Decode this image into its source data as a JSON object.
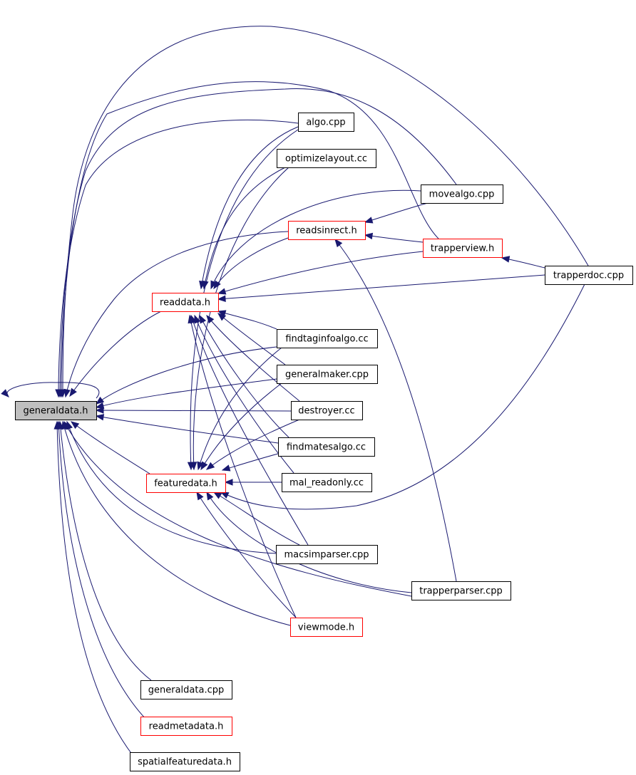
{
  "graph": {
    "colors": {
      "edge": "#191970",
      "node_fill": "#ffffff",
      "focus_fill": "#bfbfbf",
      "border_default": "#000000",
      "border_red": "#ff0000",
      "text": "#000000"
    },
    "nodes": [
      {
        "id": "generaldata_h",
        "label": "generaldata.h",
        "style": "focus"
      },
      {
        "id": "readdata_h",
        "label": "readdata.h",
        "style": "red"
      },
      {
        "id": "featuredata_h",
        "label": "featuredata.h",
        "style": "red"
      },
      {
        "id": "readsinrect_h",
        "label": "readsinrect.h",
        "style": "red"
      },
      {
        "id": "trapperview_h",
        "label": "trapperview.h",
        "style": "red"
      },
      {
        "id": "algo_cpp",
        "label": "algo.cpp",
        "style": "black"
      },
      {
        "id": "optimizelayout_cc",
        "label": "optimizelayout.cc",
        "style": "black"
      },
      {
        "id": "movealgo_cpp",
        "label": "movealgo.cpp",
        "style": "black"
      },
      {
        "id": "trapperdoc_cpp",
        "label": "trapperdoc.cpp",
        "style": "black"
      },
      {
        "id": "findtaginfoalgo_cc",
        "label": "findtaginfoalgo.cc",
        "style": "black"
      },
      {
        "id": "generalmaker_cpp",
        "label": "generalmaker.cpp",
        "style": "black"
      },
      {
        "id": "destroyer_cc",
        "label": "destroyer.cc",
        "style": "black"
      },
      {
        "id": "findmatesalgo_cc",
        "label": "findmatesalgo.cc",
        "style": "black"
      },
      {
        "id": "mal_readonly_cc",
        "label": "mal_readonly.cc",
        "style": "black"
      },
      {
        "id": "macsimparser_cpp",
        "label": "macsimparser.cpp",
        "style": "black"
      },
      {
        "id": "trapperparser_cpp",
        "label": "trapperparser.cpp",
        "style": "black"
      },
      {
        "id": "viewmode_h",
        "label": "viewmode.h",
        "style": "red"
      },
      {
        "id": "generaldata_cpp",
        "label": "generaldata.cpp",
        "style": "black"
      },
      {
        "id": "readmetadata_h",
        "label": "readmetadata.h",
        "style": "red"
      },
      {
        "id": "spatialfeaturedata_h",
        "label": "spatialfeaturedata.h",
        "style": "black"
      }
    ],
    "edges": [
      {
        "from": "generaldata_h",
        "to": "generaldata_h"
      },
      {
        "from": "readdata_h",
        "to": "generaldata_h"
      },
      {
        "from": "featuredata_h",
        "to": "generaldata_h"
      },
      {
        "from": "algo_cpp",
        "to": "generaldata_h"
      },
      {
        "from": "movealgo_cpp",
        "to": "generaldata_h"
      },
      {
        "from": "trapperview_h",
        "to": "generaldata_h"
      },
      {
        "from": "trapperdoc_cpp",
        "to": "generaldata_h"
      },
      {
        "from": "readsinrect_h",
        "to": "generaldata_h"
      },
      {
        "from": "findtaginfoalgo_cc",
        "to": "generaldata_h"
      },
      {
        "from": "generalmaker_cpp",
        "to": "generaldata_h"
      },
      {
        "from": "destroyer_cc",
        "to": "generaldata_h"
      },
      {
        "from": "findmatesalgo_cc",
        "to": "generaldata_h"
      },
      {
        "from": "macsimparser_cpp",
        "to": "generaldata_h"
      },
      {
        "from": "trapperparser_cpp",
        "to": "generaldata_h"
      },
      {
        "from": "viewmode_h",
        "to": "generaldata_h"
      },
      {
        "from": "generaldata_cpp",
        "to": "generaldata_h"
      },
      {
        "from": "readmetadata_h",
        "to": "generaldata_h"
      },
      {
        "from": "spatialfeaturedata_h",
        "to": "generaldata_h"
      },
      {
        "from": "algo_cpp",
        "to": "readdata_h"
      },
      {
        "from": "optimizelayout_cc",
        "to": "readdata_h"
      },
      {
        "from": "movealgo_cpp",
        "to": "readdata_h"
      },
      {
        "from": "readsinrect_h",
        "to": "readdata_h"
      },
      {
        "from": "trapperview_h",
        "to": "readdata_h"
      },
      {
        "from": "trapperdoc_cpp",
        "to": "readdata_h"
      },
      {
        "from": "findtaginfoalgo_cc",
        "to": "readdata_h"
      },
      {
        "from": "generalmaker_cpp",
        "to": "readdata_h"
      },
      {
        "from": "destroyer_cc",
        "to": "readdata_h"
      },
      {
        "from": "findmatesalgo_cc",
        "to": "readdata_h"
      },
      {
        "from": "mal_readonly_cc",
        "to": "readdata_h"
      },
      {
        "from": "macsimparser_cpp",
        "to": "readdata_h"
      },
      {
        "from": "viewmode_h",
        "to": "readdata_h"
      },
      {
        "from": "movealgo_cpp",
        "to": "readsinrect_h"
      },
      {
        "from": "trapperview_h",
        "to": "readsinrect_h"
      },
      {
        "from": "trapperparser_cpp",
        "to": "readsinrect_h"
      },
      {
        "from": "trapperdoc_cpp",
        "to": "trapperview_h"
      },
      {
        "from": "algo_cpp",
        "to": "featuredata_h"
      },
      {
        "from": "optimizelayout_cc",
        "to": "featuredata_h"
      },
      {
        "from": "findtaginfoalgo_cc",
        "to": "featuredata_h"
      },
      {
        "from": "generalmaker_cpp",
        "to": "featuredata_h"
      },
      {
        "from": "destroyer_cc",
        "to": "featuredata_h"
      },
      {
        "from": "findmatesalgo_cc",
        "to": "featuredata_h"
      },
      {
        "from": "mal_readonly_cc",
        "to": "featuredata_h"
      },
      {
        "from": "macsimparser_cpp",
        "to": "featuredata_h"
      },
      {
        "from": "trapperparser_cpp",
        "to": "featuredata_h"
      },
      {
        "from": "viewmode_h",
        "to": "featuredata_h"
      },
      {
        "from": "trapperdoc_cpp",
        "to": "featuredata_h"
      }
    ]
  }
}
